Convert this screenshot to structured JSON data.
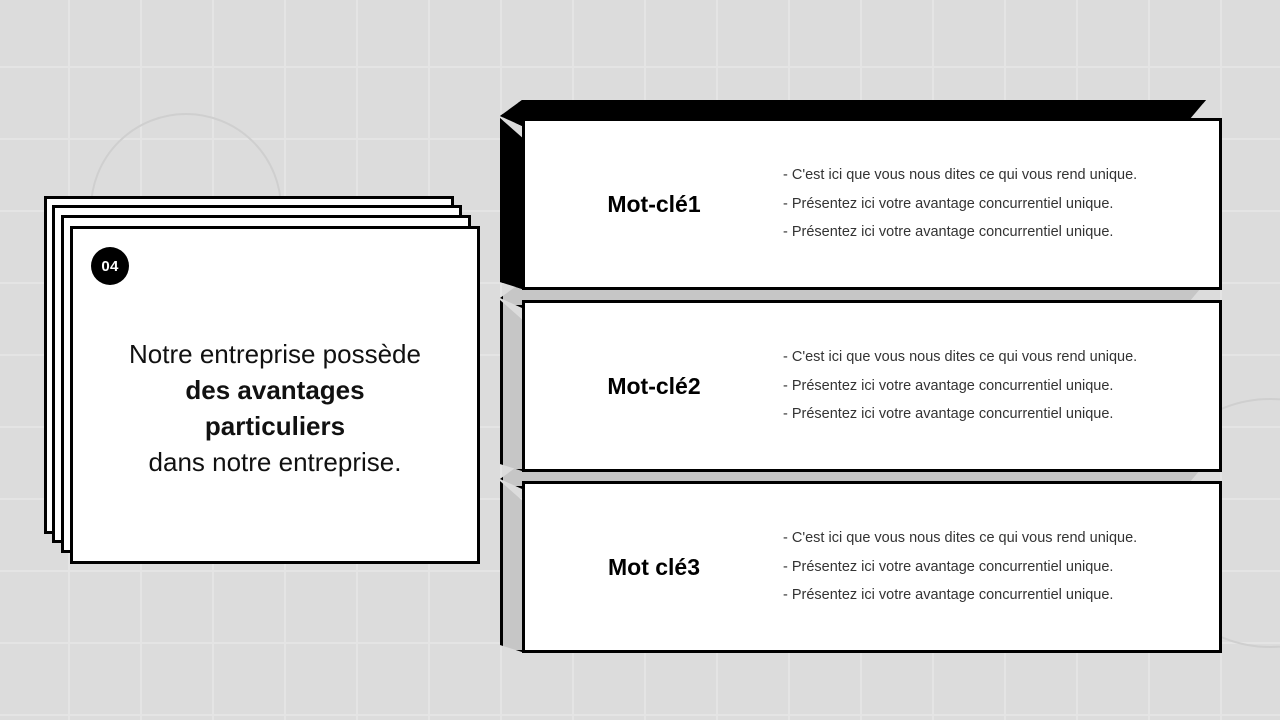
{
  "background": {
    "color": "#dcdcdc",
    "grid_line_color": "#e4e4e4",
    "decor_circle_color": "#cfcfcf"
  },
  "left_panel": {
    "badge_number": "04",
    "headline_line1": "Notre entreprise possède",
    "headline_line2": "des avantages",
    "headline_line3": "particuliers",
    "headline_line4": "dans notre entreprise."
  },
  "cards": [
    {
      "title": "Mot-clé1",
      "style": "dark",
      "bullets": [
        "- C'est ici que vous nous dites ce qui vous rend unique.",
        "- Présentez ici votre avantage concurrentiel unique.",
        "- Présentez ici votre avantage concurrentiel unique."
      ]
    },
    {
      "title": "Mot-clé2",
      "style": "light",
      "bullets": [
        "- C'est ici que vous nous dites ce qui vous rend unique.",
        "- Présentez ici votre avantage concurrentiel unique.",
        "- Présentez ici votre avantage concurrentiel unique."
      ]
    },
    {
      "title": "Mot clé3",
      "style": "light",
      "bullets": [
        "- C'est ici que vous nous dites ce qui vous rend unique.",
        "- Présentez ici votre avantage concurrentiel unique.",
        "- Présentez ici votre avantage concurrentiel unique."
      ]
    }
  ],
  "colors": {
    "card_face": "#ffffff",
    "card_outline": "#000000",
    "extrude_dark": "#000000",
    "extrude_light": "#c6c6c6",
    "body_text": "#333333"
  }
}
